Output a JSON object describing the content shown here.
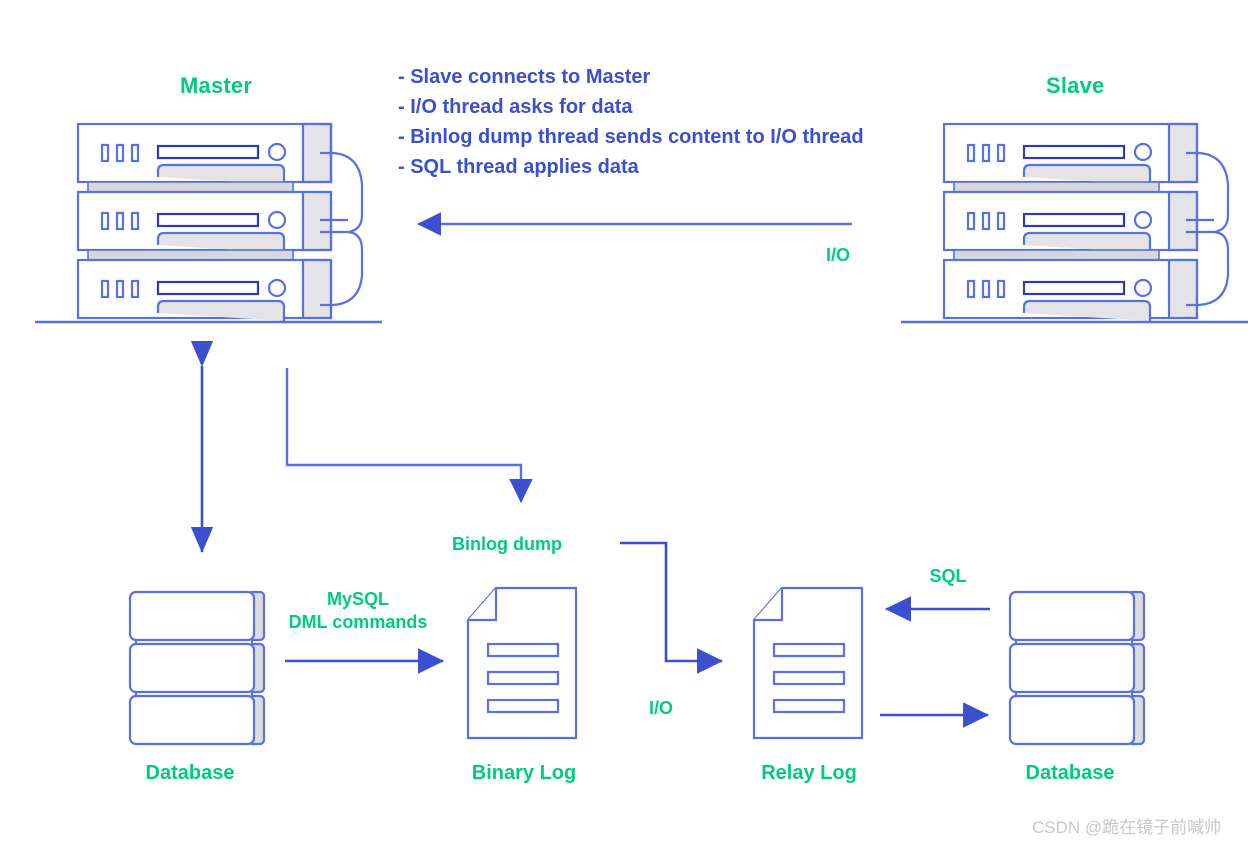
{
  "diagram": {
    "title_master": "Master",
    "title_slave": "Slave",
    "legend": [
      "- Slave connects to Master",
      "- I/O thread asks for data",
      "- Binlog dump thread sends content to I/O thread",
      "- SQL thread applies data"
    ],
    "labels": {
      "io_top": "I/O",
      "io_bottom": "I/O",
      "sql": "SQL",
      "binlog_dump": "Binlog dump",
      "mysql_dml_line1": "MySQL",
      "mysql_dml_line2": "DML commands",
      "database_left": "Database",
      "binary_log": "Binary Log",
      "relay_log": "Relay Log",
      "database_right": "Database"
    },
    "colors": {
      "green": "#00cc7e",
      "blue": "#3b4fd0",
      "blue_light": "#5a6fe0",
      "gray_panel": "#dcdce0",
      "background": "#ffffff",
      "watermark": "#c8c8cc"
    },
    "watermark": "CSDN @跪在镜子前喊帅"
  }
}
